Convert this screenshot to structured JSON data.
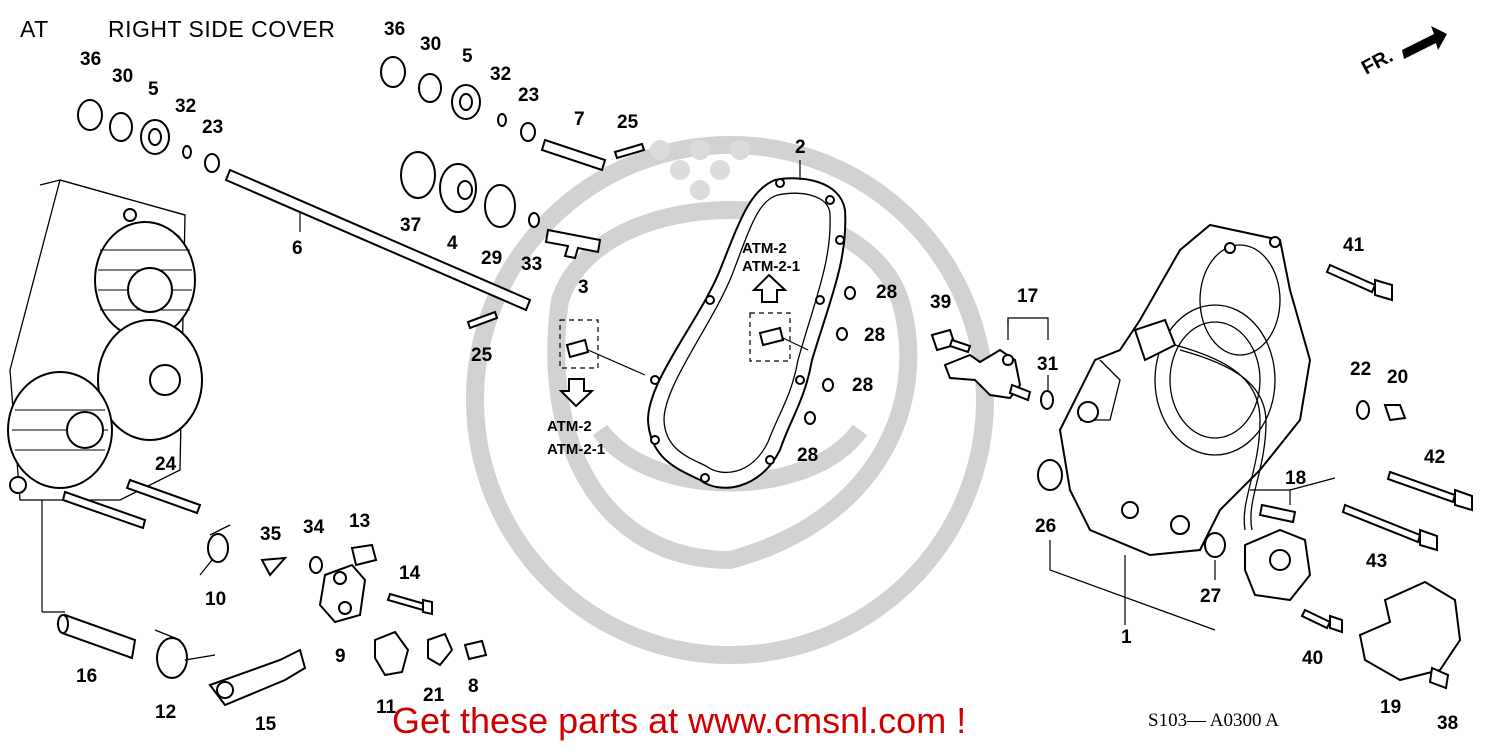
{
  "header": {
    "code": "AT",
    "name": "RIGHT SIDE COVER"
  },
  "orientation": {
    "label": "FR."
  },
  "atm_labels": {
    "line1": "ATM-2",
    "line2": "ATM-2-1"
  },
  "callouts": [
    {
      "id": "c36a",
      "text": "36"
    },
    {
      "id": "c30a",
      "text": "30"
    },
    {
      "id": "c5a",
      "text": "5"
    },
    {
      "id": "c32a",
      "text": "32"
    },
    {
      "id": "c23a",
      "text": "23"
    },
    {
      "id": "c36b",
      "text": "36"
    },
    {
      "id": "c30b",
      "text": "30"
    },
    {
      "id": "c5b",
      "text": "5"
    },
    {
      "id": "c32b",
      "text": "32"
    },
    {
      "id": "c23b",
      "text": "23"
    },
    {
      "id": "c7",
      "text": "7"
    },
    {
      "id": "c25a",
      "text": "25"
    },
    {
      "id": "c2",
      "text": "2"
    },
    {
      "id": "c6",
      "text": "6"
    },
    {
      "id": "c37",
      "text": "37"
    },
    {
      "id": "c4",
      "text": "4"
    },
    {
      "id": "c29",
      "text": "29"
    },
    {
      "id": "c33",
      "text": "33"
    },
    {
      "id": "c3",
      "text": "3"
    },
    {
      "id": "c25b",
      "text": "25"
    },
    {
      "id": "c28a",
      "text": "28"
    },
    {
      "id": "c28b",
      "text": "28"
    },
    {
      "id": "c28c",
      "text": "28"
    },
    {
      "id": "c28d",
      "text": "28"
    },
    {
      "id": "c39",
      "text": "39"
    },
    {
      "id": "c17",
      "text": "17"
    },
    {
      "id": "c31",
      "text": "31"
    },
    {
      "id": "c41",
      "text": "41"
    },
    {
      "id": "c22",
      "text": "22"
    },
    {
      "id": "c20",
      "text": "20"
    },
    {
      "id": "c42",
      "text": "42"
    },
    {
      "id": "c18",
      "text": "18"
    },
    {
      "id": "c26",
      "text": "26"
    },
    {
      "id": "c43",
      "text": "43"
    },
    {
      "id": "c27",
      "text": "27"
    },
    {
      "id": "c1",
      "text": "1"
    },
    {
      "id": "c40",
      "text": "40"
    },
    {
      "id": "c19",
      "text": "19"
    },
    {
      "id": "c38",
      "text": "38"
    },
    {
      "id": "c24",
      "text": "24"
    },
    {
      "id": "c35",
      "text": "35"
    },
    {
      "id": "c34",
      "text": "34"
    },
    {
      "id": "c13",
      "text": "13"
    },
    {
      "id": "c14",
      "text": "14"
    },
    {
      "id": "c10",
      "text": "10"
    },
    {
      "id": "c9",
      "text": "9"
    },
    {
      "id": "c16",
      "text": "16"
    },
    {
      "id": "c12",
      "text": "12"
    },
    {
      "id": "c15",
      "text": "15"
    },
    {
      "id": "c11",
      "text": "11"
    },
    {
      "id": "c21",
      "text": "21"
    },
    {
      "id": "c8",
      "text": "8"
    }
  ],
  "footer": {
    "promo": "Get these parts at www.cmsnl.com !",
    "promo_color": "#d00000",
    "ref_code": "S103— A0300 A"
  }
}
